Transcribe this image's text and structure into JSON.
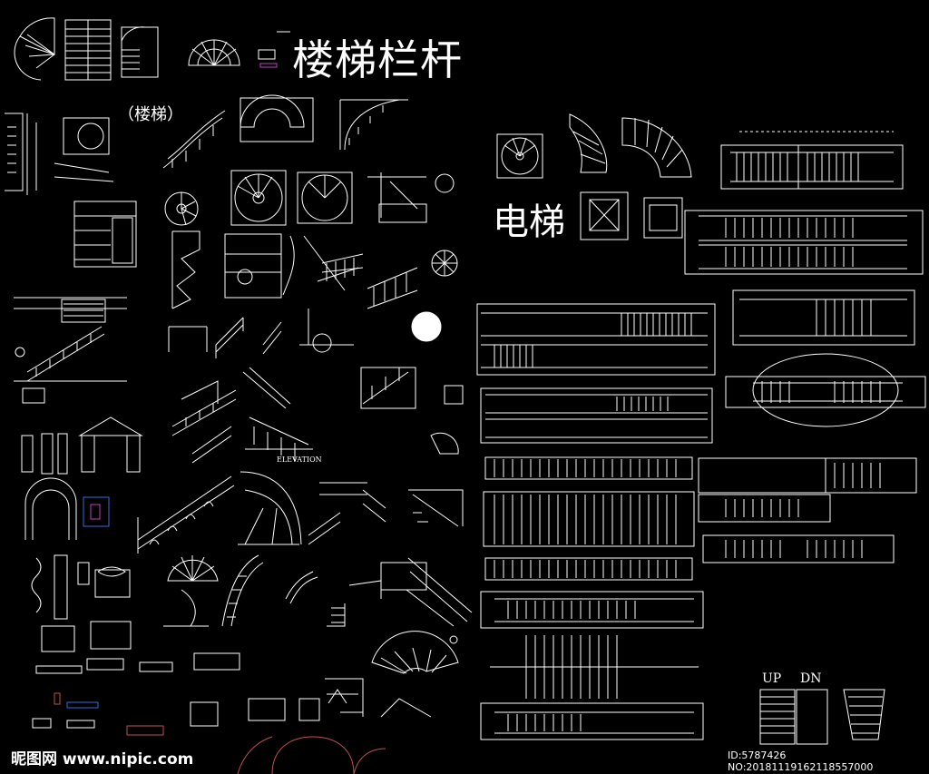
{
  "titles": {
    "main": "楼梯栏杆",
    "stairs": "（楼梯）",
    "elevator": "电梯"
  },
  "labels": {
    "up": "UP",
    "dn": "DN",
    "elevation": "ELEVATION"
  },
  "watermark": {
    "site": "昵图网 www.nipic.com",
    "id": "ID:5787426 NO:20181119162118557000"
  },
  "colors": {
    "background": "#000000",
    "line": "#ffffff",
    "accent_red": "#c0504d",
    "accent_blue": "#2a6fdb",
    "accent_magenta": "#c040c0"
  }
}
